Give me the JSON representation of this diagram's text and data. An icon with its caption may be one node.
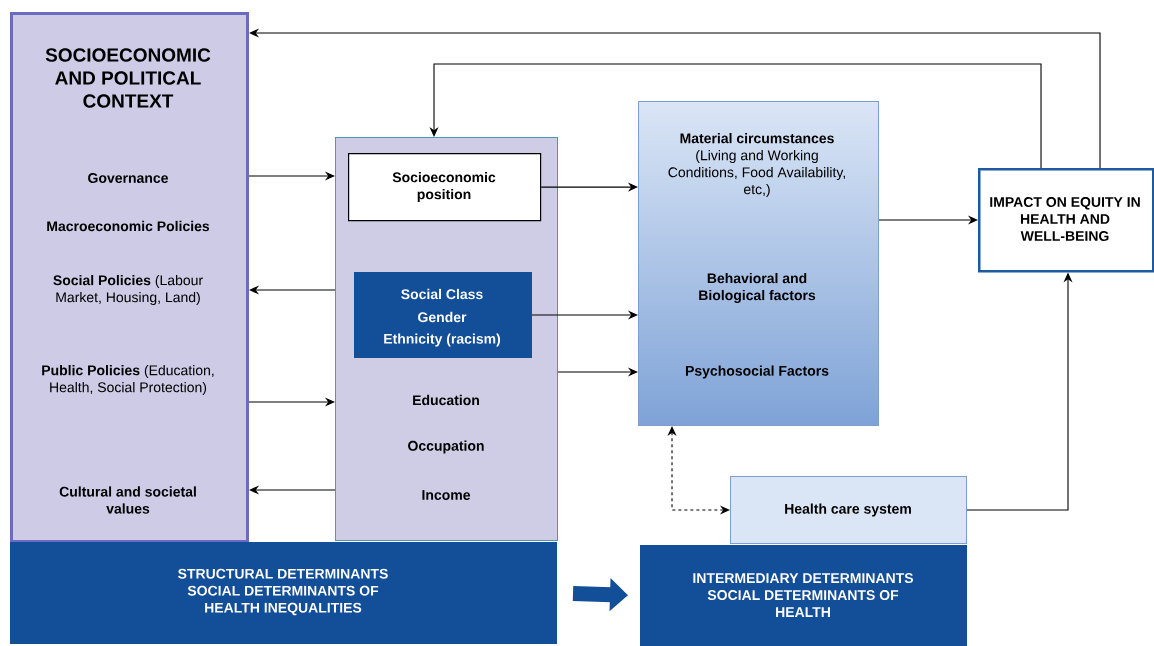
{
  "diagram": {
    "nodes": [
      {
        "text": [
          "SOCIOECONOMIC AND POLITICAL CONTEXT",
          "Governance",
          "Macroeconomic Policies",
          "**Social Policies** (Labour Market, Housing, Land)",
          "**Public Policies** (Education, Health, Social Protection)",
          "Cultural and societal values"
        ]
      },
      {
        "text": [
          "Education",
          "Occupation",
          "Income"
        ]
      },
      {
        "text": [
          "Socioeconomic position"
        ],
        "in": 1
      },
      {
        "text": [
          "Social Class",
          "Gender",
          "Ethnicity (racism)"
        ],
        "in": 1
      },
      {
        "text": [
          "**Material circumstances** (Living and Working Conditions, Food Availability, etc,)",
          "Behavioral and Biological factors",
          "Psychosocial Factors"
        ]
      },
      {
        "text": [
          "IMPACT ON EQUITY IN HEALTH AND WELL-BEING"
        ]
      },
      {
        "text": [
          "Health care system"
        ]
      },
      {
        "text": [
          "STRUCTURAL DETERMINANTS SOCIAL DETERMINANTS OF HEALTH INEQUALITIES"
        ]
      },
      {
        "text": [
          "INTERMEDIARY DETERMINANTS SOCIAL DETERMINANTS OF HEALTH"
        ]
      }
    ],
    "edges": [
      {
        "from": 0,
        "to": 1,
        "arrow": "to"
      },
      {
        "from": 1,
        "to": 0,
        "arrow": "to"
      },
      {
        "from": 0,
        "to": 1,
        "arrow": "to"
      },
      {
        "from": 1,
        "to": 0,
        "arrow": "to"
      },
      {
        "from": 2,
        "to": 4,
        "arrow": "to"
      },
      {
        "from": 3,
        "to": 4,
        "arrow": "to"
      },
      {
        "from": 1,
        "to": 4,
        "arrow": "to"
      },
      {
        "from": 4,
        "to": 5,
        "arrow": "to"
      },
      {
        "from": 5,
        "to": 0,
        "arrow": "to"
      },
      {
        "from": 5,
        "to": 1,
        "arrow": "to"
      },
      {
        "from": 6,
        "to": 5,
        "arrow": "to"
      },
      {
        "from": 4,
        "to": 6,
        "arrow": "both",
        "style": "dashed"
      },
      {
        "from": 7,
        "to": 8,
        "arrow": "to",
        "style": "thick",
        "color": "#134e98"
      }
    ]
  }
}
